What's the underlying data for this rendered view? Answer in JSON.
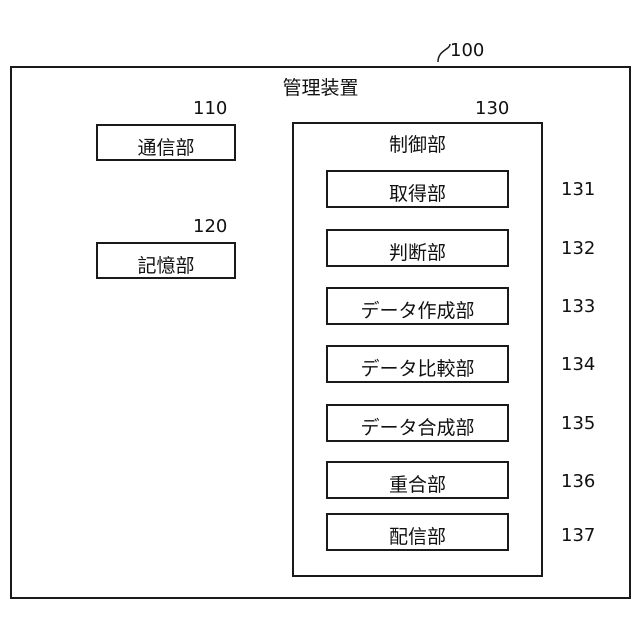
{
  "device": {
    "label": "管理装置",
    "ref": "100"
  },
  "comm": {
    "label": "通信部",
    "ref": "110"
  },
  "storage": {
    "label": "記憶部",
    "ref": "120"
  },
  "control": {
    "label": "制御部",
    "ref": "130"
  },
  "units": [
    {
      "label": "取得部",
      "ref": "131"
    },
    {
      "label": "判断部",
      "ref": "132"
    },
    {
      "label": "データ作成部",
      "ref": "133"
    },
    {
      "label": "データ比較部",
      "ref": "134"
    },
    {
      "label": "データ合成部",
      "ref": "135"
    },
    {
      "label": "重合部",
      "ref": "136"
    },
    {
      "label": "配信部",
      "ref": "137"
    }
  ]
}
